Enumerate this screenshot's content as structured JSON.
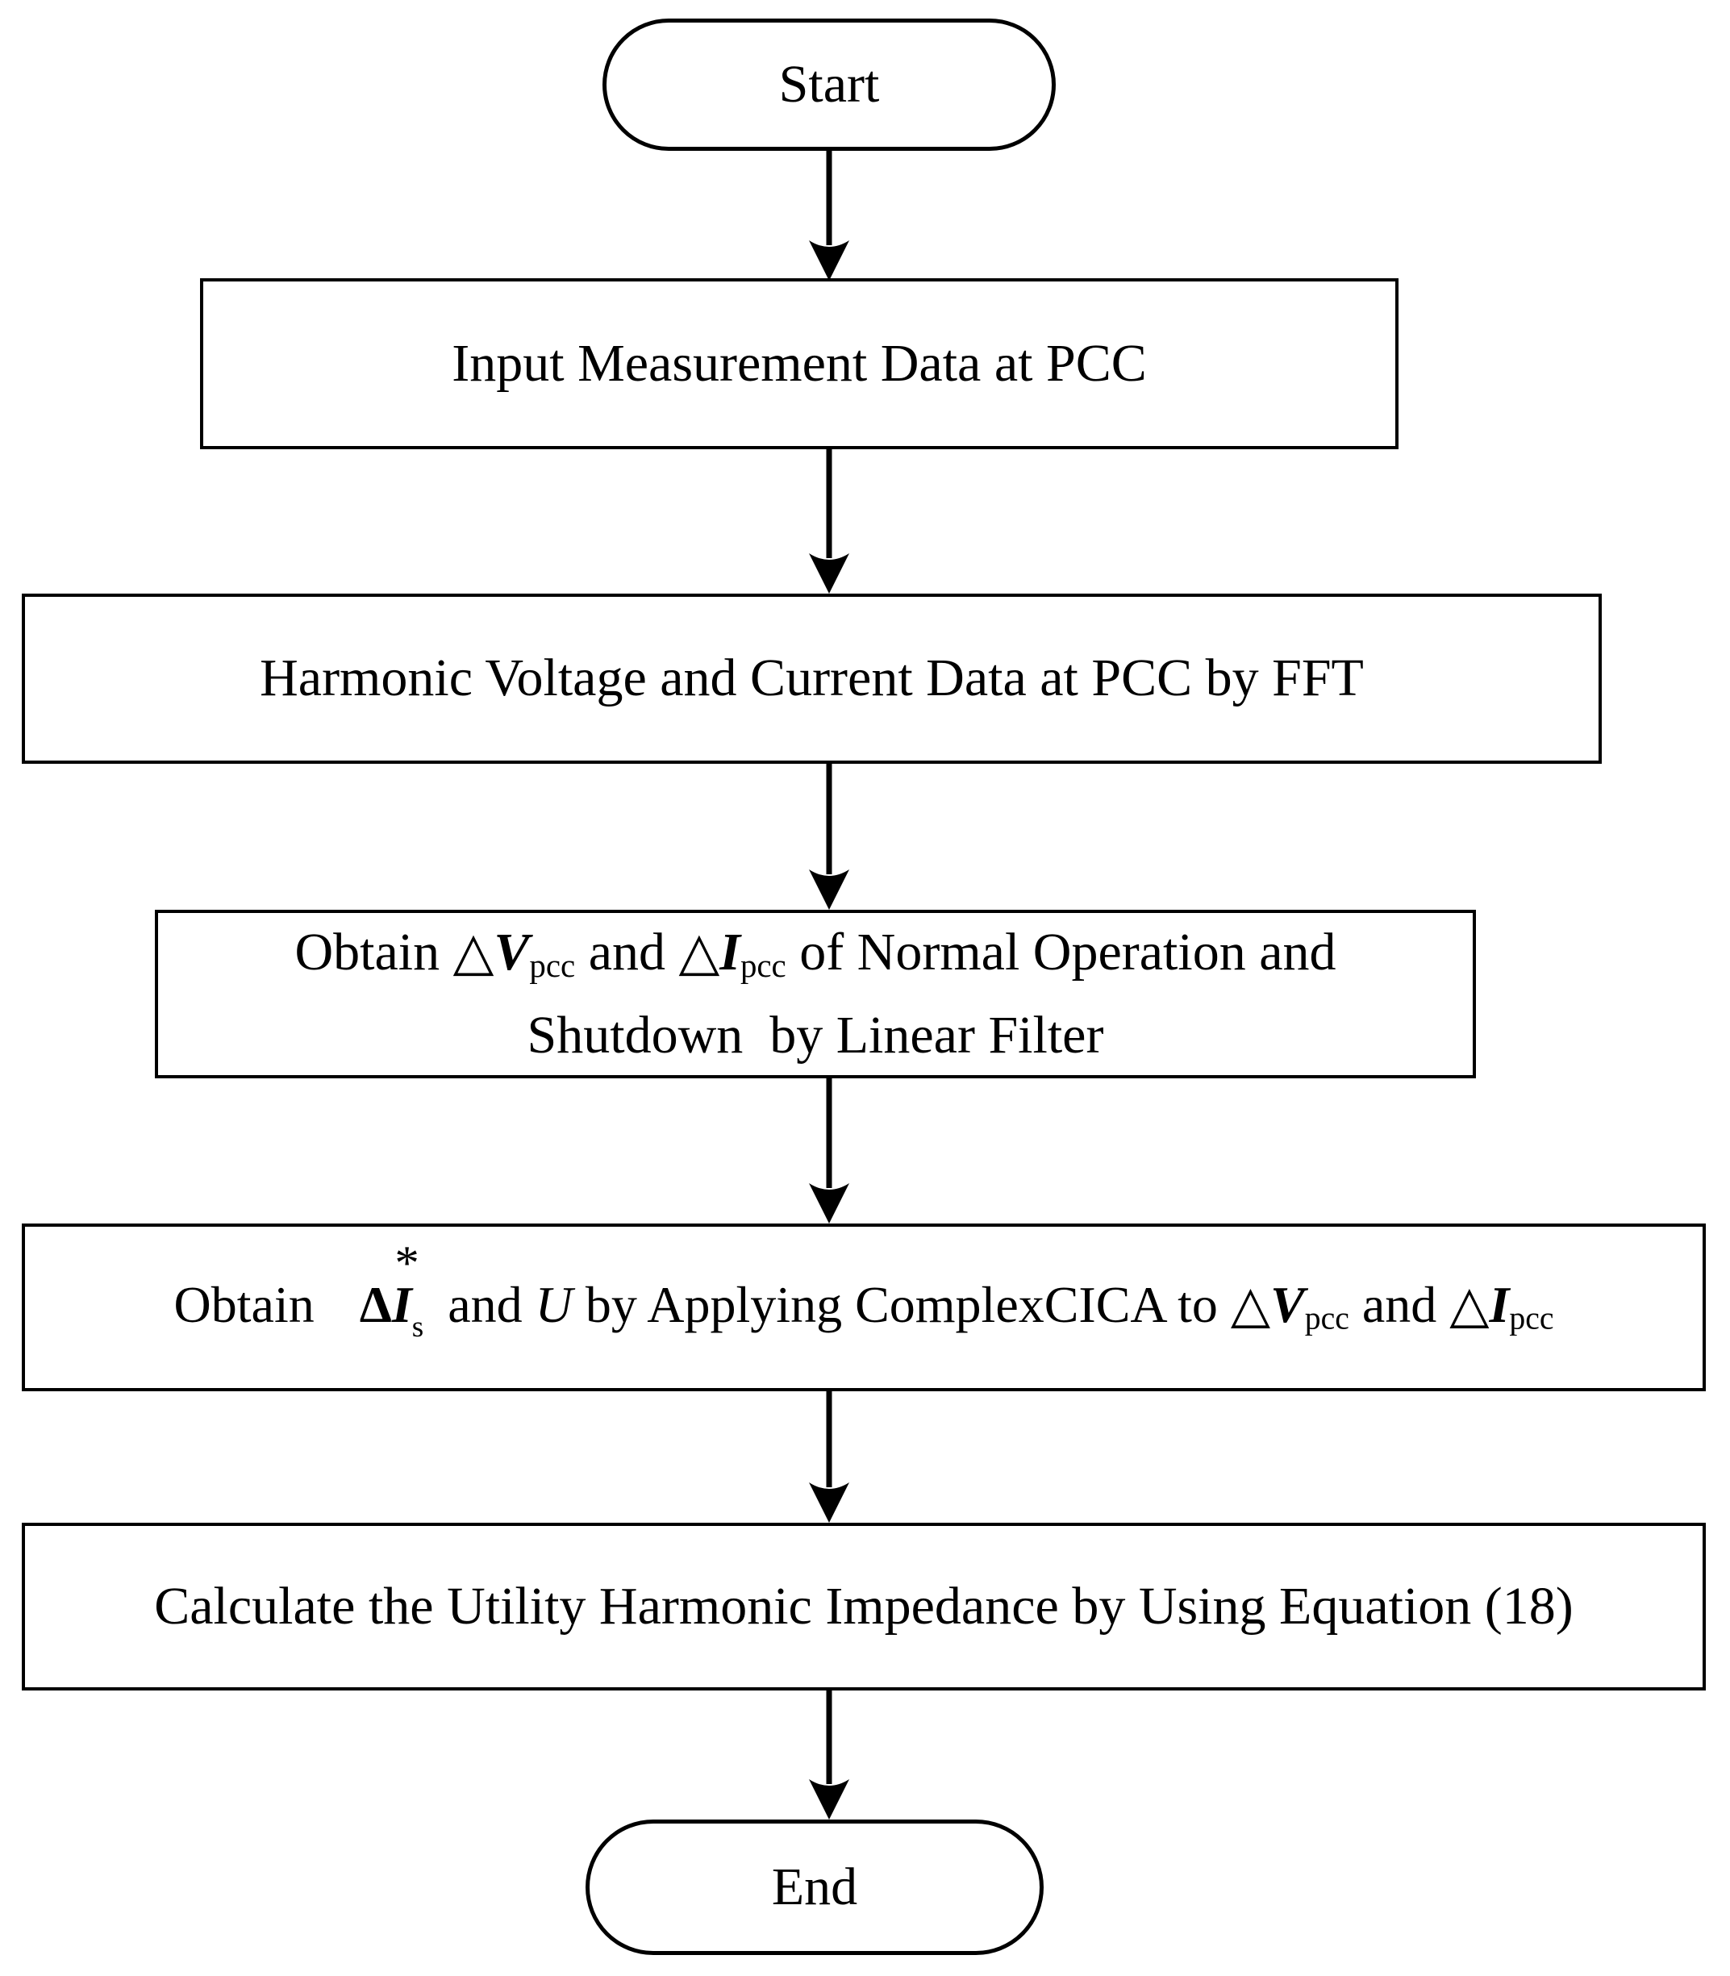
{
  "colors": {
    "ink": "#000000",
    "background": "#ffffff"
  },
  "flow": {
    "start": {
      "label": "Start"
    },
    "step1": {
      "label": "Input Measurement Data at PCC"
    },
    "step2": {
      "label": "Harmonic Voltage and Current Data at PCC by FFT"
    },
    "step3": {
      "prefix": "Obtain ",
      "tri1": "△",
      "var1": "V",
      "sub1": "pcc",
      "mid1": " and ",
      "tri2": "△",
      "var2": "I",
      "sub2": "pcc",
      "suffix1": " of Normal Operation and",
      "line2": "Shutdown  by Linear Filter"
    },
    "step4": {
      "prefix": "Obtain",
      "delta": "Δ",
      "var": "I",
      "sup": "*",
      "sub": "s",
      "mid1": " and ",
      "u": "U",
      "mid2": " by Applying ComplexCICA to ",
      "tri1": "△",
      "var1": "V",
      "sub1": "pcc",
      "mid3": " and ",
      "tri2": "△",
      "var2": "I",
      "sub2": "pcc"
    },
    "step5": {
      "label": "Calculate the Utility Harmonic Impedance by Using Equation (18)"
    },
    "end": {
      "label": "End"
    }
  }
}
